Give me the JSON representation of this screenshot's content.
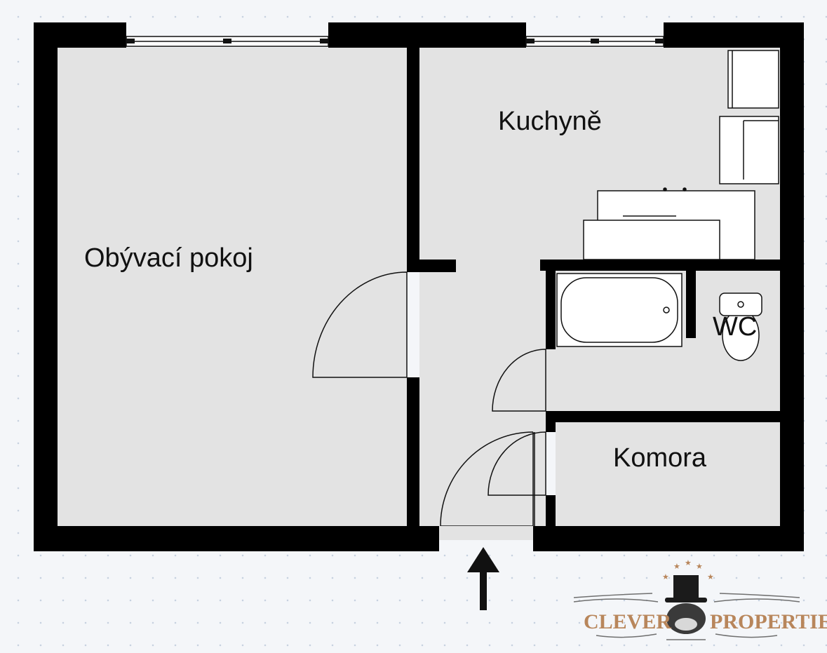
{
  "rooms": {
    "living": "Obývací pokoj",
    "kitchen": "Kuchyně",
    "wc": "WC",
    "storage": "Komora"
  },
  "logo": {
    "left_word": "CLEVER",
    "right_word": "PROPERTIES",
    "text_color": "#b8865b",
    "ornament_color": "#6f6f6f"
  },
  "colors": {
    "wall": "#000000",
    "floor": "#e3e3e3",
    "fixture_fill": "#ffffff",
    "line": "#111111"
  }
}
